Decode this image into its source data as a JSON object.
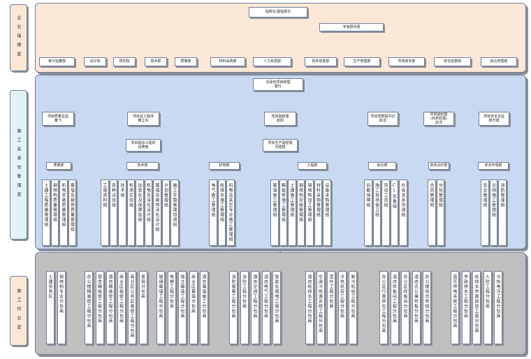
{
  "colors": {
    "band_top": "#fbe7d6",
    "band_mid": "#c9d9f2",
    "band_bot": "#bfbfbf",
    "side_mid": "#e2f3f5",
    "line": "#333333"
  },
  "side_labels": {
    "top": "企业保障层",
    "mid": "施工总承包管理层",
    "bot": "施工作业层"
  },
  "top": {
    "chairman": "指挥长/副指挥长",
    "expert": "专家顾问团",
    "departments": [
      "审计监察部",
      "设计院",
      "研究院",
      "技术部",
      "质量部",
      "材料采购部",
      "人力资源部",
      "财务资金部",
      "生产管理部",
      "市场商务部",
      "安全监督部",
      "综合管理部"
    ]
  },
  "mid": {
    "pm": [
      "总承包项目经理",
      "崔玲"
    ],
    "leaders": [
      [
        "项目质量总监",
        "秦飞"
      ],
      [
        "项目总工程师",
        "賴立东"
      ],
      [
        "项目副经理",
        "赵阳"
      ],
      [
        "项目党群副书记",
        "赵洁"
      ],
      [
        "项目副经理",
        "(商务经理)",
        "宓洋"
      ],
      [
        "项目安全总监",
        "杨万斌"
      ]
    ],
    "deputy_chief": [
      "项目副总工程师",
      "肖艳艳"
    ],
    "prod_manager": [
      "项目生产副经理",
      "刘建斌"
    ],
    "depts": [
      "质量部",
      "技术部",
      "机电部",
      "工程部",
      "综合部",
      "商务合约部",
      "安全环保部"
    ],
    "groups": {
      "quality": [
        "土建工程质量管理组",
        "钢结构质量管理组",
        "机电安装质量管理组",
        "幕墙及装饰质量管理组"
      ],
      "tech": [
        "工程资料组",
        "各种试验组",
        "技术组",
        "检测实验组",
        "信息化及保障监组",
        "机电及深化设计组",
        "幕墙及装饰深化设计组",
        "计划管理组",
        "施工平面管理协调组"
      ],
      "mep": [
        "电气施工管理组",
        "给排水施工管理组",
        "机电及其它专业施工管理组"
      ],
      "eng": [
        "幕墙施工管理组",
        "精装修施工管理组",
        "土建施工管理组",
        "钢结构安装管理组",
        "钢结构加工管理组",
        "材料采购管理组",
        "设备采购管理组"
      ],
      "general": [
        "后勤保障组",
        "施工现场保卫组",
        "劳动工资组",
        "CI形象组",
        "社会关系协调组"
      ],
      "commerce": [
        "合同管理组",
        "分包管理组"
      ],
      "safety": [
        "安全管理组",
        "文明施工管理组",
        "消防管理组"
      ]
    }
  },
  "bot": {
    "groups": [
      [
        "土建劳务队",
        "钢结构专业分包商"
      ],
      [
        "办公楼精装修工程分包商",
        "宿舍精装修工程分包商",
        "酒店精装修工程分包商",
        "商业区装修工程分包商",
        "商业区公共区装修工程分包商",
        "景观分包商"
      ],
      [
        "玻璃幕墙工程分包商",
        "电梯工程分包商",
        "独立幕墙工程分包商",
        "商业区幕墙分包商",
        "酒店幕墙施工分包商"
      ],
      [
        "消防报警工程分包商",
        "消防工程分包商",
        "酒店空调工程分包商",
        "酒店电气工程分包商",
        "智能化弱电工程分包商"
      ],
      [
        "酒店给排水工程分包商",
        "空调冷热源系统工程分包商",
        "室外工程分包商",
        "冷热机房工程分包商",
        "制冷机组工程分包商"
      ],
      [
        "办公区行政供应工程分包商",
        "酒店样板间工程分包商",
        "办公区样板间分包商",
        "酒店式公寓样板分包商",
        "办公楼综合布线分包商"
      ],
      [
        "高压供电系统工程分包商",
        "市政供水工程分包商",
        "给排水市政接驳工程分包商",
        "人防工程分包商",
        "冷热电冷工程分包商"
      ]
    ]
  }
}
